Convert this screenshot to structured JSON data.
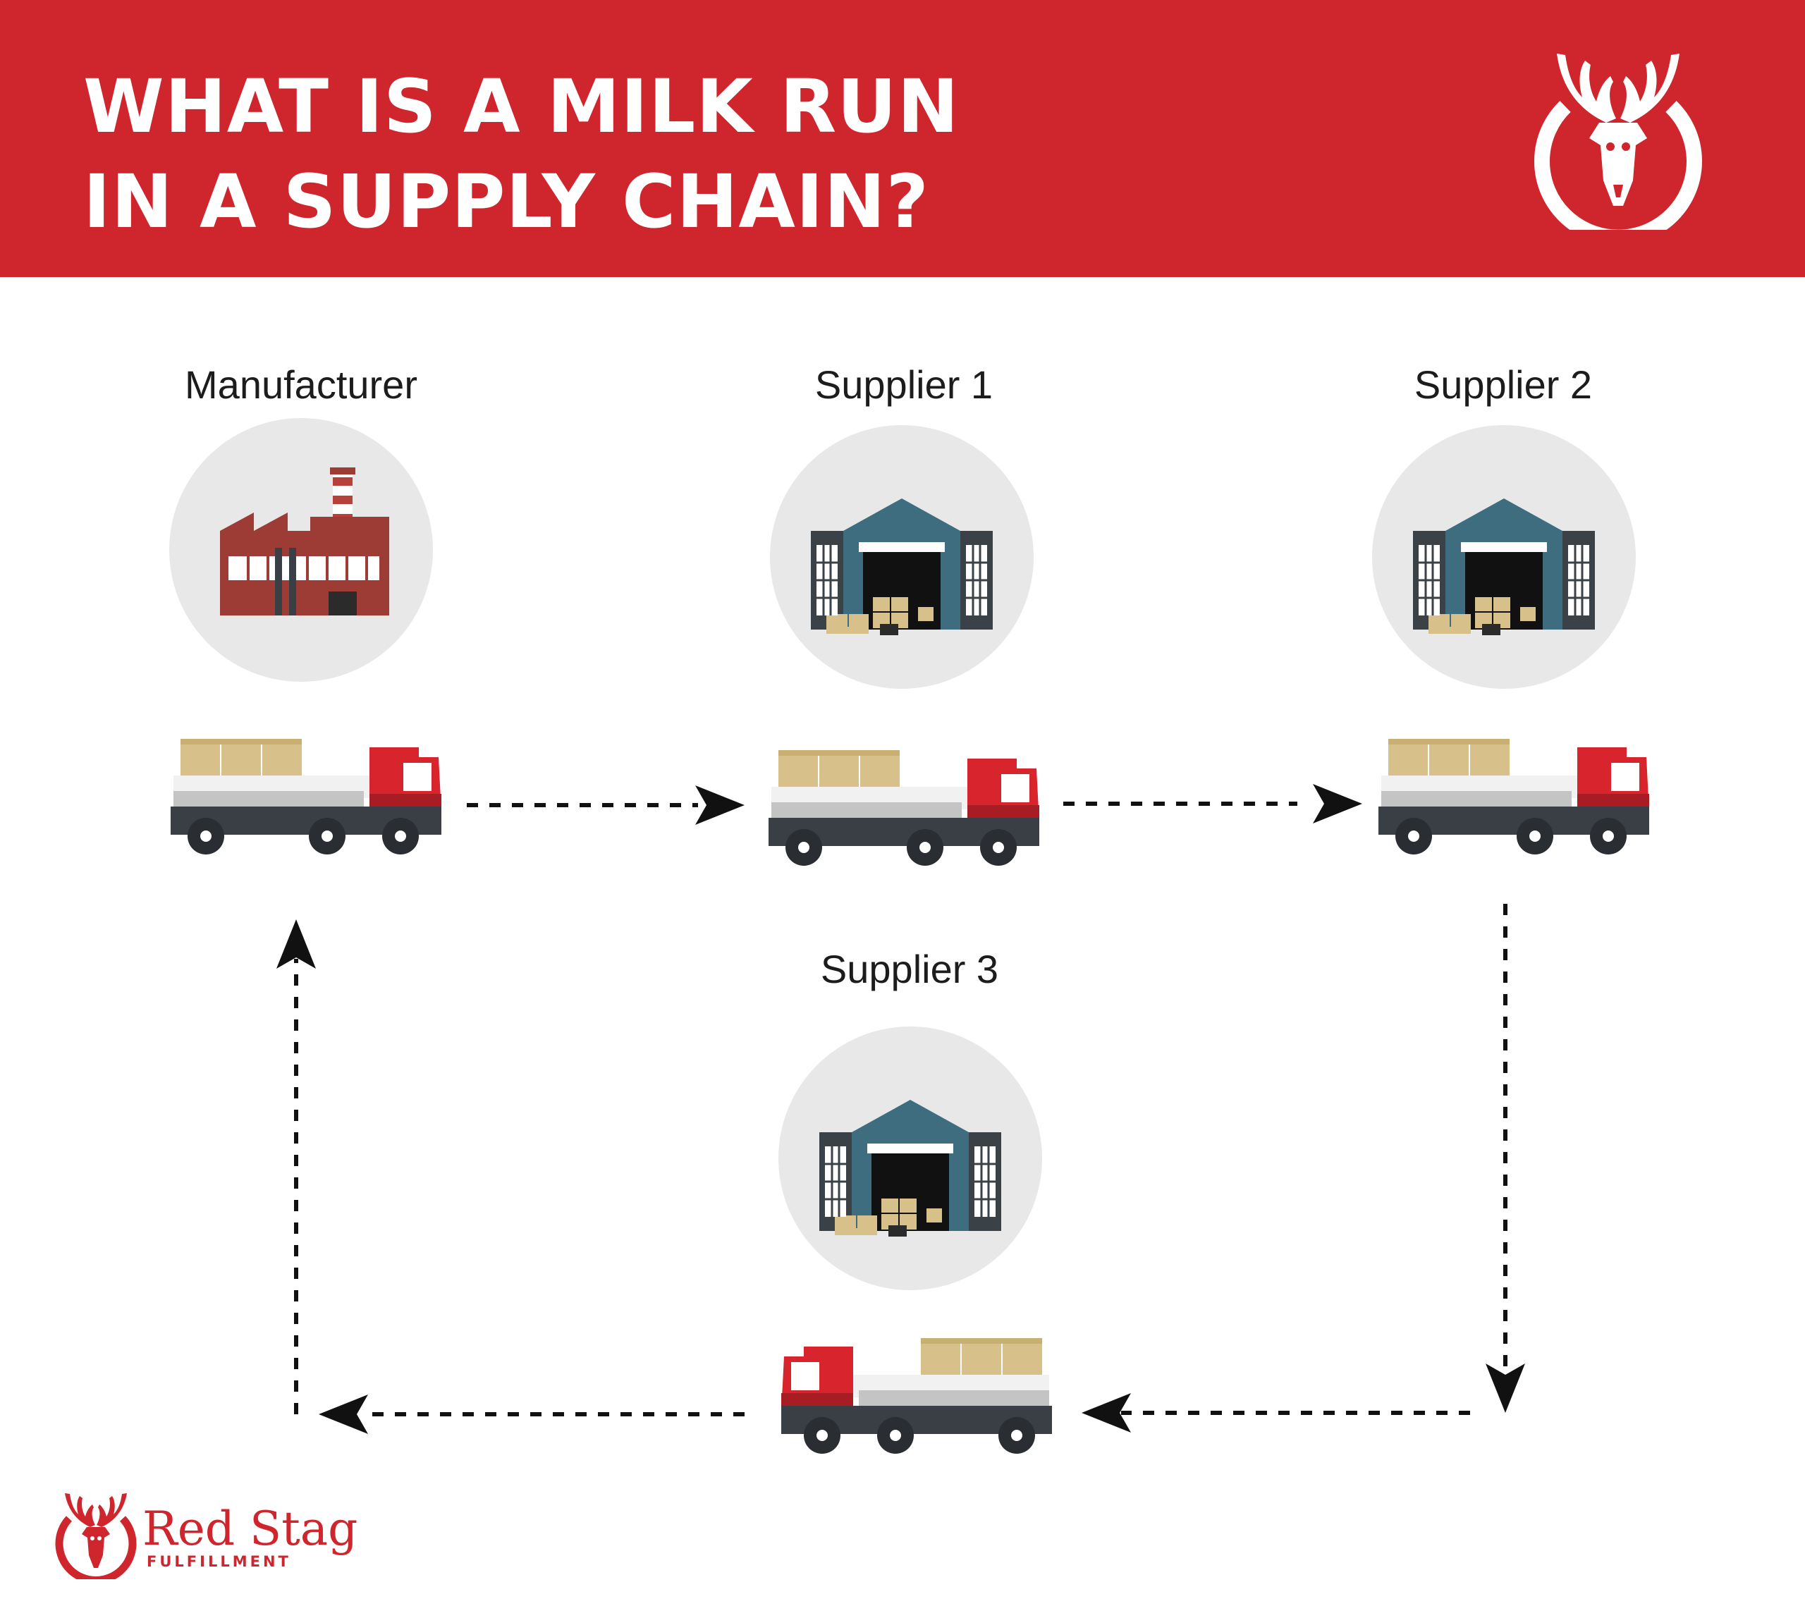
{
  "header": {
    "title_line1": "WHAT IS A MILK RUN",
    "title_line2": "IN A SUPPLY CHAIN?",
    "logo_icon": "stag-head-icon"
  },
  "nodes": [
    {
      "id": "manufacturer",
      "label": "Manufacturer",
      "icon": "factory-icon"
    },
    {
      "id": "supplier-1",
      "label": "Supplier 1",
      "icon": "warehouse-icon"
    },
    {
      "id": "supplier-2",
      "label": "Supplier 2",
      "icon": "warehouse-icon"
    },
    {
      "id": "supplier-3",
      "label": "Supplier 3",
      "icon": "warehouse-icon"
    }
  ],
  "route": [
    "Manufacturer",
    "Supplier 1",
    "Supplier 2",
    "Supplier 3",
    "Manufacturer"
  ],
  "brand": {
    "name": "Red Stag",
    "sub": "FULFILLMENT",
    "icon": "stag-head-icon"
  },
  "colors": {
    "brand_red": "#cf252d",
    "circle_gray": "#e8e8e8",
    "warehouse_blue": "#3d6d7e",
    "factory_brick": "#9c3c34",
    "box_tan": "#d8c08a",
    "truck_dark": "#3a3f45"
  }
}
